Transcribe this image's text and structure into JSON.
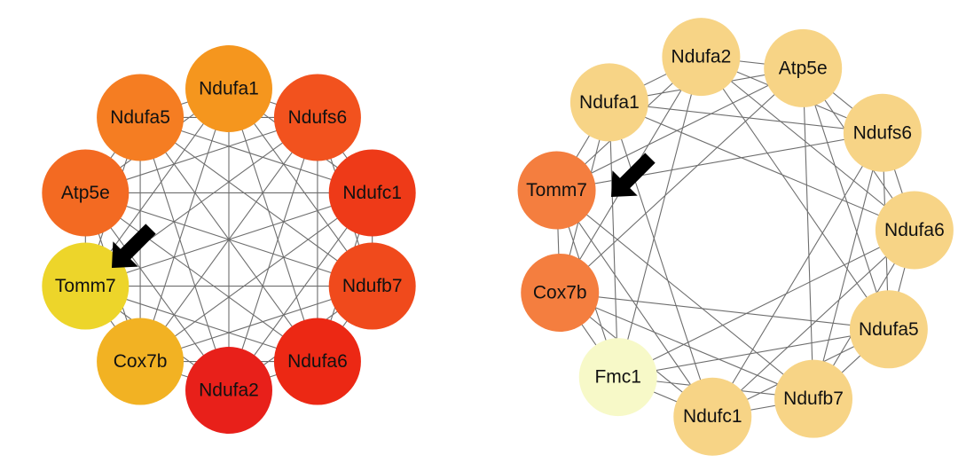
{
  "networks": [
    {
      "id": "left",
      "edge_mode": "complete",
      "nodes": [
        {
          "label": "Ndufa1",
          "color": "#F5961E"
        },
        {
          "label": "Ndufs6",
          "color": "#F2521E"
        },
        {
          "label": "Ndufc1",
          "color": "#EE3A18"
        },
        {
          "label": "Ndufb7",
          "color": "#F04A1C"
        },
        {
          "label": "Ndufa6",
          "color": "#EC2814"
        },
        {
          "label": "Ndufa2",
          "color": "#E8201A"
        },
        {
          "label": "Cox7b",
          "color": "#F2B223"
        },
        {
          "label": "Tomm7",
          "color": "#EDD52A"
        },
        {
          "label": "Atp5e",
          "color": "#F36A22"
        },
        {
          "label": "Ndufa5",
          "color": "#F57D22"
        }
      ],
      "highlight": "Tomm7"
    },
    {
      "id": "right",
      "edge_mode": "star",
      "nodes": [
        {
          "label": "Ndufa2",
          "color": "#F7D486"
        },
        {
          "label": "Atp5e",
          "color": "#F7D486"
        },
        {
          "label": "Ndufs6",
          "color": "#F7D486"
        },
        {
          "label": "Ndufa6",
          "color": "#F7D486"
        },
        {
          "label": "Ndufa5",
          "color": "#F7D486"
        },
        {
          "label": "Ndufb7",
          "color": "#F7D486"
        },
        {
          "label": "Ndufc1",
          "color": "#F7D486"
        },
        {
          "label": "Fmc1",
          "color": "#F7F9C8"
        },
        {
          "label": "Cox7b",
          "color": "#F47E3F"
        },
        {
          "label": "Tomm7",
          "color": "#F47E3F"
        },
        {
          "label": "Ndufa1",
          "color": "#F7D486"
        }
      ],
      "highlight": "Tomm7"
    }
  ]
}
